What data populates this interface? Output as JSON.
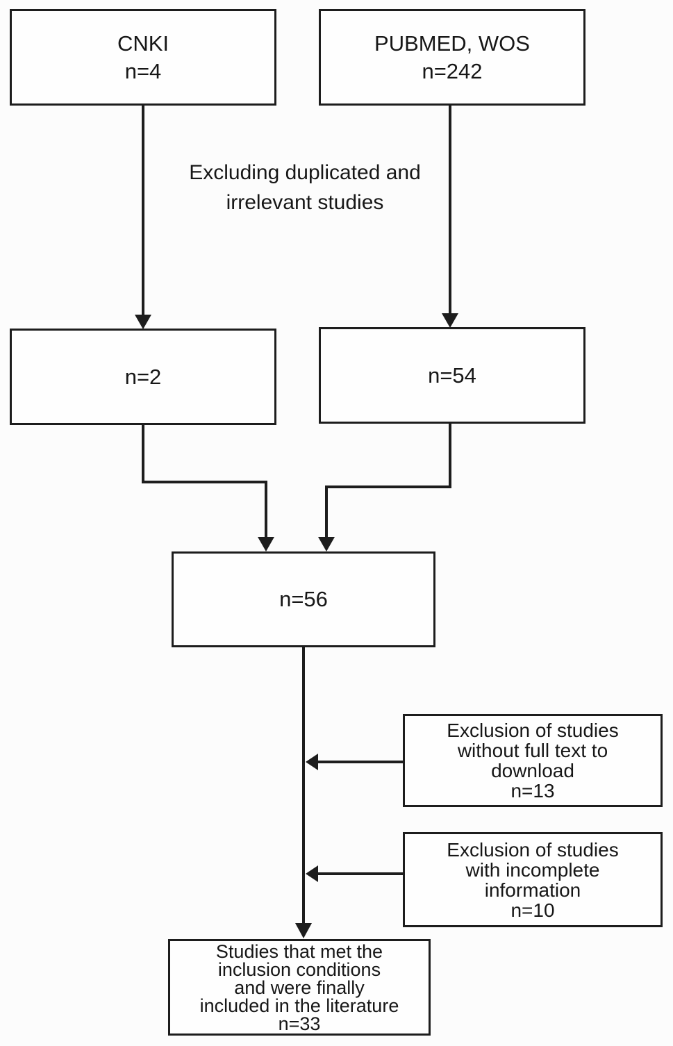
{
  "diagram": {
    "kind": "literature-screening-flowchart",
    "colors": {
      "line": "#1d1d1d",
      "text": "#171717",
      "background": "#fcfcfc",
      "box_fill": "#fefefe"
    },
    "boxes": {
      "cnki": {
        "lines": [
          "CNKI",
          "n=4"
        ]
      },
      "pubmed": {
        "lines": [
          "PUBMED, WOS",
          "n=242"
        ]
      },
      "cnki_screened": {
        "lines": [
          "n=2"
        ]
      },
      "pubmed_screened": {
        "lines": [
          "n=54"
        ]
      },
      "merged": {
        "lines": [
          "n=56"
        ]
      },
      "excl_fulltext": {
        "lines": [
          "Exclusion of studies",
          "without full text to",
          "download",
          "n=13"
        ]
      },
      "excl_incomplete": {
        "lines": [
          "Exclusion of studies",
          "with incomplete",
          "information",
          "n=10"
        ]
      },
      "included": {
        "lines": [
          "Studies that met the",
          "inclusion conditions",
          "and were finally",
          "included in the literature",
          "n=33"
        ]
      }
    },
    "labels": {
      "excluding": {
        "lines": [
          "Excluding duplicated",
          "and irrelevant",
          "studies"
        ]
      }
    }
  }
}
